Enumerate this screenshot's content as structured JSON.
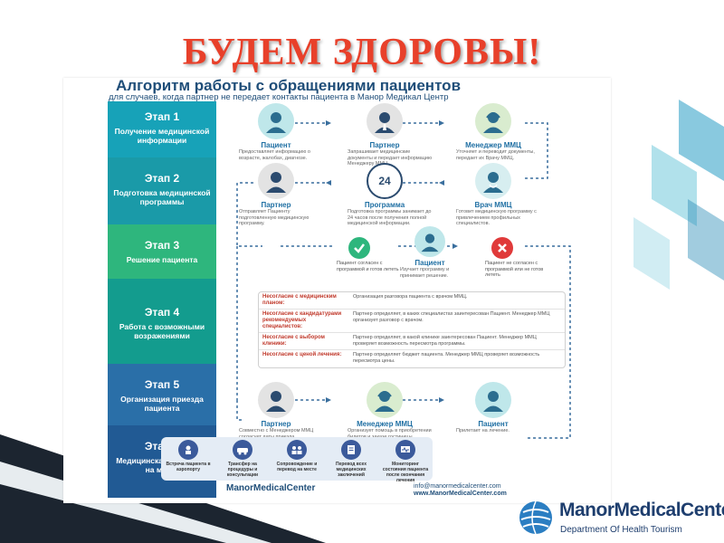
{
  "slide_title": "БУДЕМ ЗДОРОВЫ!",
  "poster": {
    "title": "Алгоритм работы с обращениями пациентов",
    "subtitle": "для случаев, когда партнер не передает контакты пациента в Манор Медикал Центр",
    "stages": [
      {
        "num": "Этап 1",
        "text": "Получение медицинской информации",
        "color": "#17a2b8"
      },
      {
        "num": "Этап 2",
        "text": "Подготовка медицинской программы",
        "color": "#1a9aa8"
      },
      {
        "num": "Этап 3",
        "text": "Решение пациента",
        "color": "#2eb67d"
      },
      {
        "num": "Этап 4",
        "text": "Работа с возможными возражениями",
        "color": "#139c8e"
      },
      {
        "num": "Этап 5",
        "text": "Организация приезда пациента",
        "color": "#2a6fa8"
      },
      {
        "num": "Этап 6",
        "text": "Медицинская логистика на месте",
        "color": "#215a94"
      }
    ],
    "row1": [
      {
        "role": "Пациент",
        "desc": "Предоставляет информацию о возрасте, жалобах, диагнозе."
      },
      {
        "role": "Партнер",
        "desc": "Запрашивает медицинские документы и передает информацию Менеджеру ММЦ."
      },
      {
        "role": "Менеджер ММЦ",
        "desc": "Уточняет и переводит документы, передает их Врачу ММЦ."
      }
    ],
    "row2": [
      {
        "role": "Партнер",
        "desc": "Отправляет Пациенту подготовленную медицинскую программу."
      },
      {
        "role": "Программа",
        "desc": "Подготовка программы занимает до 24 часов после получения полной медицинской информации."
      },
      {
        "role": "Врач ММЦ",
        "desc": "Готовит медицинскую программу с привлечением профильных специалистов."
      }
    ],
    "badge_24": "24",
    "decision": {
      "agree": "Пациент согласен с программой и готов лететь",
      "patient_role": "Пациент",
      "patient_desc": "Изучает программу и принимает решение.",
      "disagree": "Пациент не согласен с программой или не готов лететь"
    },
    "negotiations": [
      {
        "left": "Несогласие с медицинским планом:",
        "right": "Организация разговора пациента с врачом ММЦ."
      },
      {
        "left": "Несогласие с кандидатурами рекомендуемых специалистов:",
        "right": "Партнер определяет, в каких специалистах заинтересован Пациент. Менеджер ММЦ организует разговор с врачом."
      },
      {
        "left": "Несогласие с выбором клиники:",
        "right": "Партнер определяет, в какой клинике заинтересован Пациент. Менеджер ММЦ проверяет возможность пересмотра программы."
      },
      {
        "left": "Несогласие с ценой лечения:",
        "right": "Партнер определяет бюджет пациента. Менеджер ММЦ проверяет возможность пересмотра цены."
      }
    ],
    "row5": [
      {
        "role": "Партнер",
        "desc": "Совместно с Менеджером ММЦ согласует даты приезда."
      },
      {
        "role": "Менеджер ММЦ",
        "desc": "Организует помощь в приобретении билетов и заказе гостиницы."
      },
      {
        "role": "Пациент",
        "desc": "Прилетает на лечение."
      }
    ],
    "logistics": [
      "Встреча пациента в аэропорту",
      "Трансфер на процедуры и консультации",
      "Сопровождение и перевод на месте",
      "Перевод всех медицинских заключений",
      "Мониторинг состояния пациента после окончания лечения"
    ],
    "footer_logo": "ManorMedicalCenter",
    "footer_contact": [
      "info@manormedicalcenter.com",
      "www.ManorMedicalCenter.com"
    ]
  },
  "brand": {
    "name": "ManorMedicalCenter",
    "sub": "Department Of Health Tourism"
  },
  "colors": {
    "title_red": "#e8402a",
    "navy": "#1e3e6e",
    "teal": "#17a2b8",
    "green": "#2eb67d"
  }
}
